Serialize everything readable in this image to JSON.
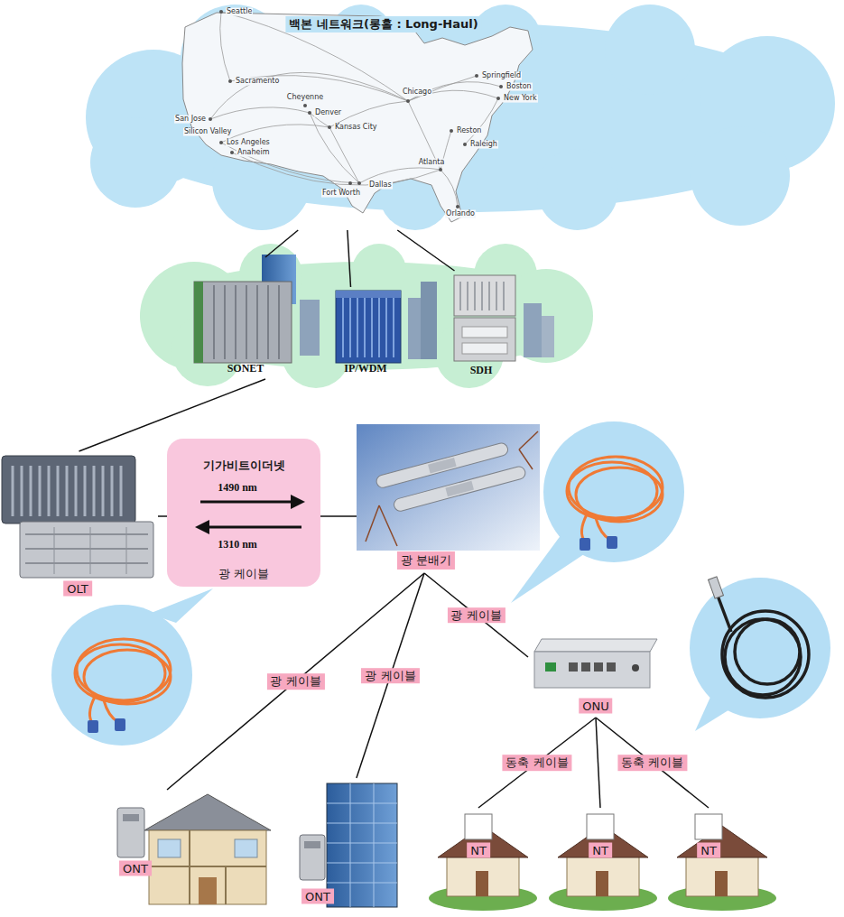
{
  "diagram": {
    "nodes": [
      {
        "text": [
          "백본 네트워크(롱홀 : Long-Haul)"
        ]
      },
      {
        "text": [
          "SONET"
        ]
      },
      {
        "text": [
          "IP/WDM"
        ]
      },
      {
        "text": [
          "SDH"
        ]
      },
      {
        "text": [
          "OLT"
        ]
      },
      {
        "text": [
          "기가비트이더넷",
          "1490 nm",
          "1310 nm",
          "광 케이블"
        ]
      },
      {
        "text": [
          "광 분배기"
        ]
      },
      {
        "text": [
          "ONU"
        ]
      },
      {
        "text": [
          "ONT"
        ]
      },
      {
        "text": [
          "ONT"
        ]
      },
      {
        "text": [
          "NT"
        ]
      },
      {
        "text": [
          "NT"
        ]
      },
      {
        "text": [
          "NT"
        ]
      }
    ],
    "edges": [
      {
        "from": 0,
        "to": 1,
        "arrow": "none"
      },
      {
        "from": 0,
        "to": 2,
        "arrow": "none"
      },
      {
        "from": 0,
        "to": 3,
        "arrow": "none"
      },
      {
        "from": 1,
        "to": 4,
        "arrow": "none"
      },
      {
        "from": 4,
        "to": 5,
        "arrow": "none"
      },
      {
        "from": 5,
        "to": 6,
        "arrow": "none"
      },
      {
        "from": 6,
        "to": 8,
        "label": "광 케이블",
        "arrow": "none"
      },
      {
        "from": 6,
        "to": 9,
        "label": "광 케이블",
        "arrow": "none"
      },
      {
        "from": 6,
        "to": 7,
        "label": "광 케이블",
        "arrow": "none"
      },
      {
        "from": 7,
        "to": 10,
        "label": "동축 케이블",
        "arrow": "none"
      },
      {
        "from": 7,
        "to": 11,
        "arrow": "none"
      },
      {
        "from": 7,
        "to": 12,
        "label": "동축 케이블",
        "arrow": "none"
      }
    ],
    "labels": [
      "Seattle",
      "Sacramento",
      "San Jose",
      "Silicon Valley",
      "Los Angeles",
      "Anaheim",
      "Cheyenne",
      "Denver",
      "Kansas City",
      "Chicago",
      "Springfield",
      "Boston",
      "New York",
      "Reston",
      "Raleigh",
      "Atlanta",
      "Fort Worth",
      "Dallas",
      "Orlando"
    ]
  }
}
